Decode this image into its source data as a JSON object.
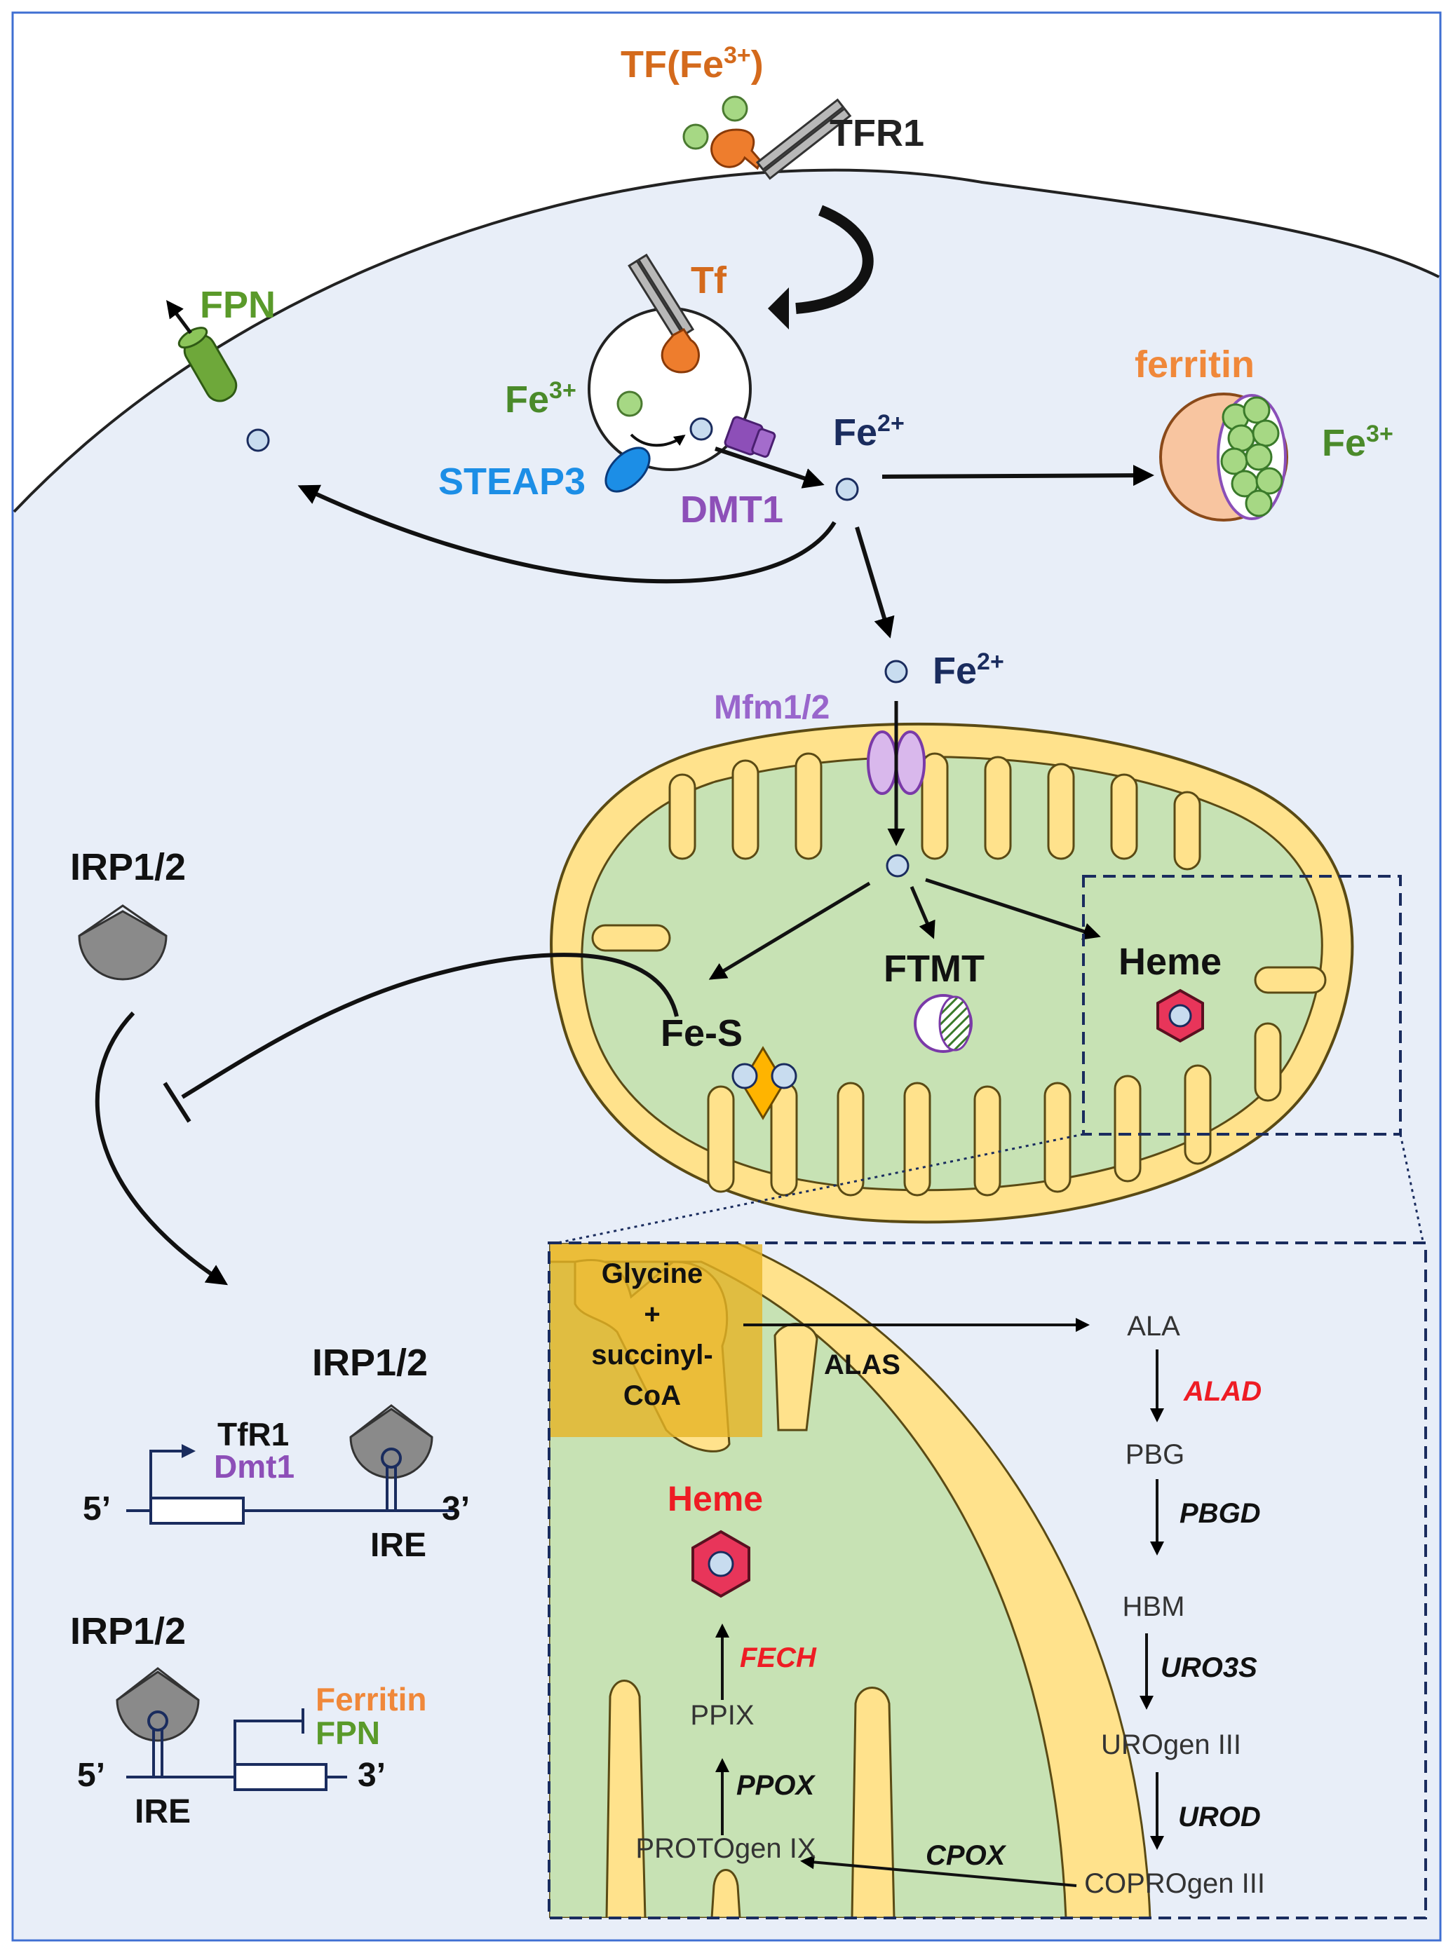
{
  "colors": {
    "cytoplasm": "#e8eef8",
    "frame": "#3f6fd2",
    "mito_outer": "#ffe28c",
    "mito_inner": "#c7e2b4",
    "iron_green": "#a6d884",
    "tf_orange": "#ee7d2d",
    "steap_blue": "#1c8ee6",
    "dmt_purple": "#8d4fb8",
    "navy": "#1a2c5e",
    "heme_red": "#e8355a",
    "alad_red": "#ee1c24",
    "fes_gold": "#ffb400",
    "irp_gray": "#8a8a8a"
  },
  "uptake": {
    "tf_fe3": {
      "prefix": "TF(Fe",
      "sup": "3+",
      "suffix": ")"
    },
    "tfr1": "TFR1",
    "tf": "Tf",
    "fe3_endosome": {
      "base": "Fe",
      "sup": "3+"
    },
    "steap3": "STEAP3",
    "dmt1": "DMT1",
    "fpn": "FPN",
    "fe2_cyto": {
      "base": "Fe",
      "sup": "2+"
    },
    "ferritin": "ferritin",
    "fe3_ferritin": {
      "base": "Fe",
      "sup": "3+"
    },
    "fe2_mito": {
      "base": "Fe",
      "sup": "2+"
    },
    "mfrn": "Mfm1/2"
  },
  "mitochondrion": {
    "fe_s": "Fe-S",
    "ftmt": "FTMT",
    "heme": "Heme"
  },
  "irp": {
    "top_label": "IRP1/2",
    "mrna1": {
      "irp_label": "IRP1/2",
      "gene_a": "TfR1",
      "gene_b": "Dmt1",
      "five_prime": "5’",
      "three_prime": "3’",
      "ire": "IRE"
    },
    "mrna2": {
      "irp_label": "IRP1/2",
      "gene_a": "Ferritin",
      "gene_b": "FPN",
      "five_prime": "5’",
      "three_prime": "3’",
      "ire": "IRE"
    }
  },
  "heme_pathway": {
    "substrate_line1": "Glycine",
    "substrate_line2": "+",
    "substrate_line3": "succinyl-",
    "substrate_line4": "CoA",
    "alas": "ALAS",
    "ala": "ALA",
    "alad": "ALAD",
    "pbg": "PBG",
    "pbgd": "PBGD",
    "hbm": "HBM",
    "uro3s": "URO3S",
    "urogen": "UROgen III",
    "urod": "UROD",
    "coprogen": "COPROgen III",
    "cpox": "CPOX",
    "protogen": "PROTOgen IX",
    "ppox": "PPOX",
    "ppix": "PPIX",
    "fech": "FECH",
    "heme": "Heme"
  }
}
